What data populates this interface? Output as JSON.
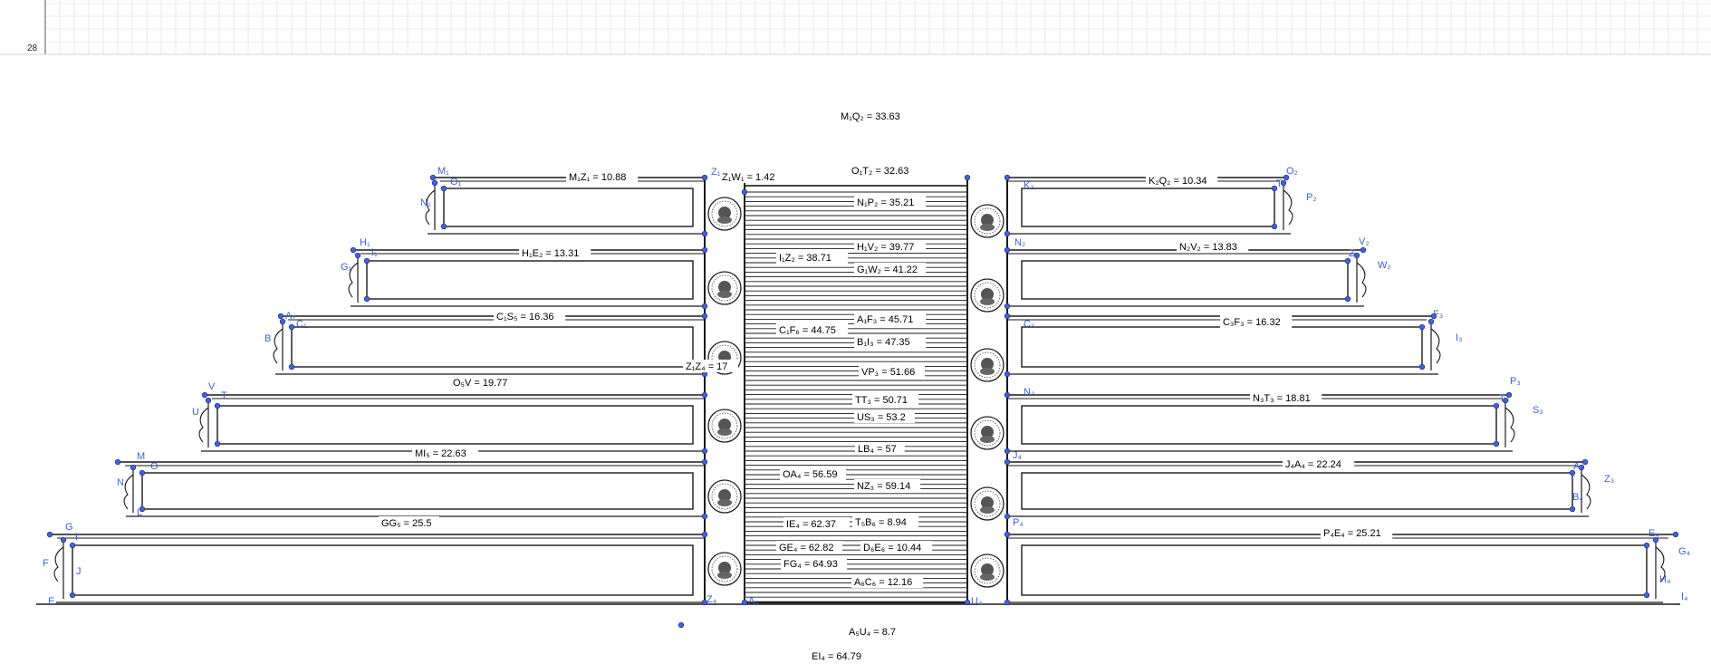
{
  "axis": {
    "y_tick_label": "28"
  },
  "colors": {
    "point": "#4661d6",
    "point_label": "#3f5fd0",
    "line": "#1a1a1a",
    "grid": "#d7dbe8"
  },
  "icons": {
    "coin": "medallion-icon"
  },
  "measurements": [
    {
      "id": "m1",
      "name": "M1Q2",
      "text": "M₁Q₂ = 33.63"
    },
    {
      "id": "m2",
      "name": "M1Z1",
      "text": "M₁Z₁ = 10.88"
    },
    {
      "id": "m3",
      "name": "Z1W1",
      "text": "Z₁W₁ = 1.42"
    },
    {
      "id": "m4",
      "name": "O1T2",
      "text": "O₁T₂ = 32.63"
    },
    {
      "id": "m5",
      "name": "K2Q2",
      "text": "K₂Q₂ = 10.34"
    },
    {
      "id": "m6",
      "name": "N1P2",
      "text": "N₁P₂ = 35.21"
    },
    {
      "id": "m7",
      "name": "H1E2",
      "text": "H₁E₂ = 13.31"
    },
    {
      "id": "m8",
      "name": "I1Z2",
      "text": "I₁Z₂ = 38.71"
    },
    {
      "id": "m9",
      "name": "H1V2",
      "text": "H₁V₂ = 39.77"
    },
    {
      "id": "m10",
      "name": "N2V2",
      "text": "N₂V₂ = 13.83"
    },
    {
      "id": "m11",
      "name": "G1W2",
      "text": "G₁W₂ = 41.22"
    },
    {
      "id": "m12",
      "name": "C1S5",
      "text": "C₁S₅ = 16.36"
    },
    {
      "id": "m13",
      "name": "A1F3",
      "text": "A₁F₃ = 45.71"
    },
    {
      "id": "m14",
      "name": "C3F3",
      "text": "C₃F₃ = 16.32"
    },
    {
      "id": "m15",
      "name": "C1F6",
      "text": "C₁F₆ = 44.75"
    },
    {
      "id": "m16",
      "name": "B1I3",
      "text": "B₁I₃ = 47.35"
    },
    {
      "id": "m17",
      "name": "Z1Z4",
      "text": "Z₁Z₄ = 17"
    },
    {
      "id": "m18",
      "name": "VP3",
      "text": "VP₃ = 51.66"
    },
    {
      "id": "m19",
      "name": "O5V",
      "text": "O₅V = 19.77"
    },
    {
      "id": "m20",
      "name": "TT3",
      "text": "TT₃ = 50.71"
    },
    {
      "id": "m21",
      "name": "N3T3",
      "text": "N₃T₃ = 18.81"
    },
    {
      "id": "m22",
      "name": "US3",
      "text": "US₃ = 53.2"
    },
    {
      "id": "m23",
      "name": "MI5",
      "text": "MI₅ = 22.63"
    },
    {
      "id": "m24",
      "name": "LB4",
      "text": "LB₄ = 57"
    },
    {
      "id": "m25",
      "name": "J4A4",
      "text": "J₄A₄ = 22.24"
    },
    {
      "id": "m26",
      "name": "OA4",
      "text": "OA₄ = 56.59"
    },
    {
      "id": "m27",
      "name": "NZ3",
      "text": "NZ₃ = 59.14"
    },
    {
      "id": "m28",
      "name": "GG5",
      "text": "GG₅ = 25.5"
    },
    {
      "id": "m29",
      "name": "IE4",
      "text": "IE₄ = 62.37"
    },
    {
      "id": "m30",
      "name": "T5B6",
      "text": "T₅B₆ = 8.94"
    },
    {
      "id": "m31",
      "name": "P4E4",
      "text": "P₄E₄ = 25.21"
    },
    {
      "id": "m32",
      "name": "GE4",
      "text": "GE₄ = 62.82"
    },
    {
      "id": "m33",
      "name": "D6E6",
      "text": "D₆E₆ = 10.44"
    },
    {
      "id": "m34",
      "name": "FG4",
      "text": "FG₄ = 64.93"
    },
    {
      "id": "m35",
      "name": "A6C6",
      "text": "A₆C₆ = 12.16"
    },
    {
      "id": "m36",
      "name": "A5U4",
      "text": "A₅U₄ = 8.7"
    },
    {
      "id": "m37",
      "name": "EI4",
      "text": "EI₄ = 64.79"
    }
  ],
  "point_labels": [
    {
      "id": "p_M1",
      "text": "M₁"
    },
    {
      "id": "p_O1",
      "text": "O₁"
    },
    {
      "id": "p_N1",
      "text": "N₁"
    },
    {
      "id": "p_H1",
      "text": "H₁"
    },
    {
      "id": "p_I1",
      "text": "I₁"
    },
    {
      "id": "p_G1",
      "text": "G₁"
    },
    {
      "id": "p_A1",
      "text": "A₁"
    },
    {
      "id": "p_C1",
      "text": "C₁"
    },
    {
      "id": "p_B",
      "text": "B"
    },
    {
      "id": "p_V",
      "text": "V"
    },
    {
      "id": "p_T",
      "text": "T"
    },
    {
      "id": "p_U",
      "text": "U"
    },
    {
      "id": "p_M",
      "text": "M"
    },
    {
      "id": "p_O",
      "text": "O"
    },
    {
      "id": "p_N",
      "text": "N"
    },
    {
      "id": "p_L",
      "text": "L"
    },
    {
      "id": "p_G",
      "text": "G"
    },
    {
      "id": "p_I",
      "text": "I"
    },
    {
      "id": "p_F",
      "text": "F"
    },
    {
      "id": "p_J",
      "text": "J"
    },
    {
      "id": "p_E",
      "text": "E"
    },
    {
      "id": "p_Z1",
      "text": "Z₁"
    },
    {
      "id": "p_Z4",
      "text": "Z₄"
    },
    {
      "id": "p_A5",
      "text": "A₅"
    },
    {
      "id": "p_U4",
      "text": "U₄"
    },
    {
      "id": "p_K2",
      "text": "K₂"
    },
    {
      "id": "p_T2",
      "text": "T₂"
    },
    {
      "id": "p_O2",
      "text": "O₂"
    },
    {
      "id": "p_P2",
      "text": "P₂"
    },
    {
      "id": "p_N2",
      "text": "N₂"
    },
    {
      "id": "p_Z2",
      "text": "Z₂"
    },
    {
      "id": "p_V2",
      "text": "V₂"
    },
    {
      "id": "p_W2",
      "text": "W₂"
    },
    {
      "id": "p_C3",
      "text": "C₃"
    },
    {
      "id": "p_F3",
      "text": "F₃"
    },
    {
      "id": "p_I3",
      "text": "I₃"
    },
    {
      "id": "p_N3",
      "text": "N₃"
    },
    {
      "id": "p_T3",
      "text": "T₃"
    },
    {
      "id": "p_P3",
      "text": "P₃"
    },
    {
      "id": "p_S3",
      "text": "S₃"
    },
    {
      "id": "p_J4",
      "text": "J₄"
    },
    {
      "id": "p_A4",
      "text": "A₄"
    },
    {
      "id": "p_Z3",
      "text": "Z₃"
    },
    {
      "id": "p_B4",
      "text": "B₄"
    },
    {
      "id": "p_P4",
      "text": "P₄"
    },
    {
      "id": "p_E4",
      "text": "E₄"
    },
    {
      "id": "p_G4",
      "text": "G₄"
    },
    {
      "id": "p_H4",
      "text": "H₄"
    },
    {
      "id": "p_I4",
      "text": "I₄"
    }
  ]
}
